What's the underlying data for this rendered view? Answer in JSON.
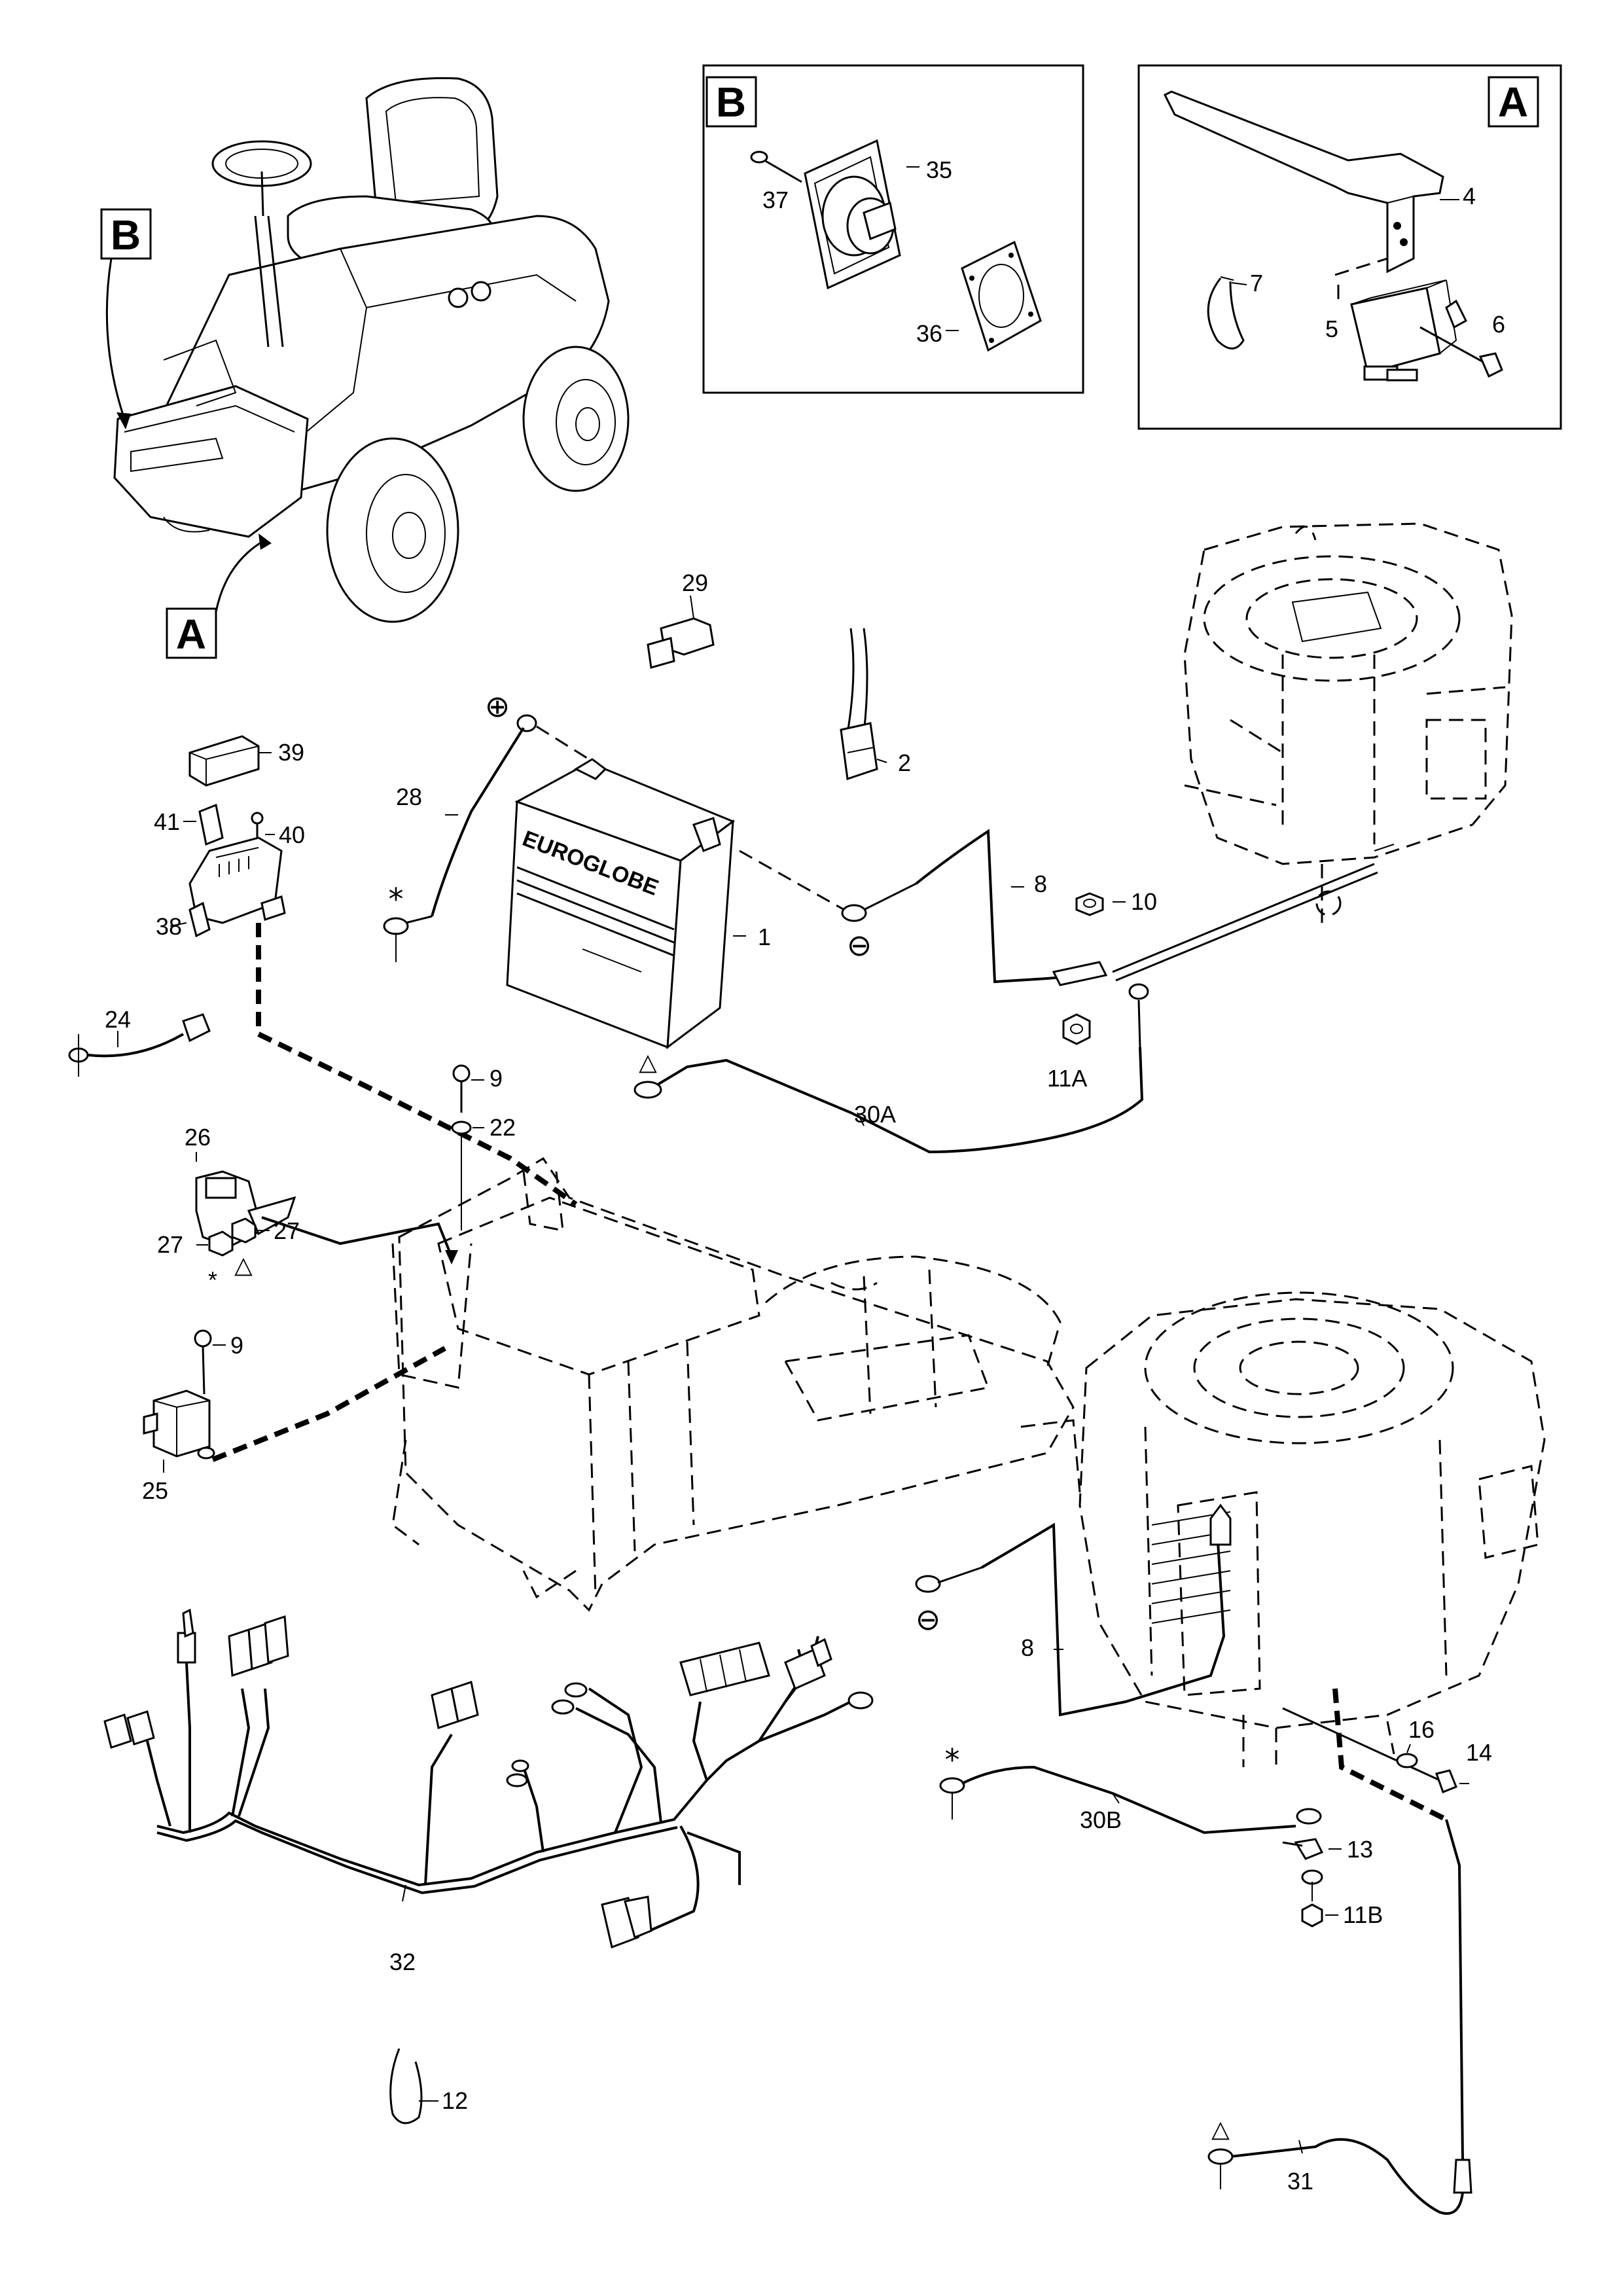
{
  "views": {
    "detail_b": "B",
    "detail_a": "A",
    "mower_pointer_b": "B",
    "mower_pointer_a": "A"
  },
  "battery_brand": "EUROGLOBE",
  "symbols": {
    "plus": "⊕",
    "minus_battery": "⊖",
    "minus_engine": "⊖",
    "star_28": "*",
    "star_27": "*",
    "star_30b": "*",
    "triangle_30a": "△",
    "triangle_27": "△",
    "triangle_31": "△"
  },
  "callouts": {
    "c1": "1",
    "c2": "2",
    "c4": "4",
    "c5": "5",
    "c6": "6",
    "c7": "7",
    "c8a": "8",
    "c8b": "8",
    "c9a": "9",
    "c9b": "9",
    "c10": "10",
    "c11a": "11A",
    "c11b": "11B",
    "c12": "12",
    "c13": "13",
    "c14": "14",
    "c16": "16",
    "c22": "22",
    "c24": "24",
    "c25": "25",
    "c26": "26",
    "c27a": "27",
    "c27b": "27",
    "c28": "28",
    "c29": "29",
    "c30a": "30A",
    "c30b": "30B",
    "c31": "31",
    "c32": "32",
    "c35": "35",
    "c36": "36",
    "c37": "37",
    "c38": "38",
    "c39": "39",
    "c40": "40",
    "c41": "41"
  }
}
